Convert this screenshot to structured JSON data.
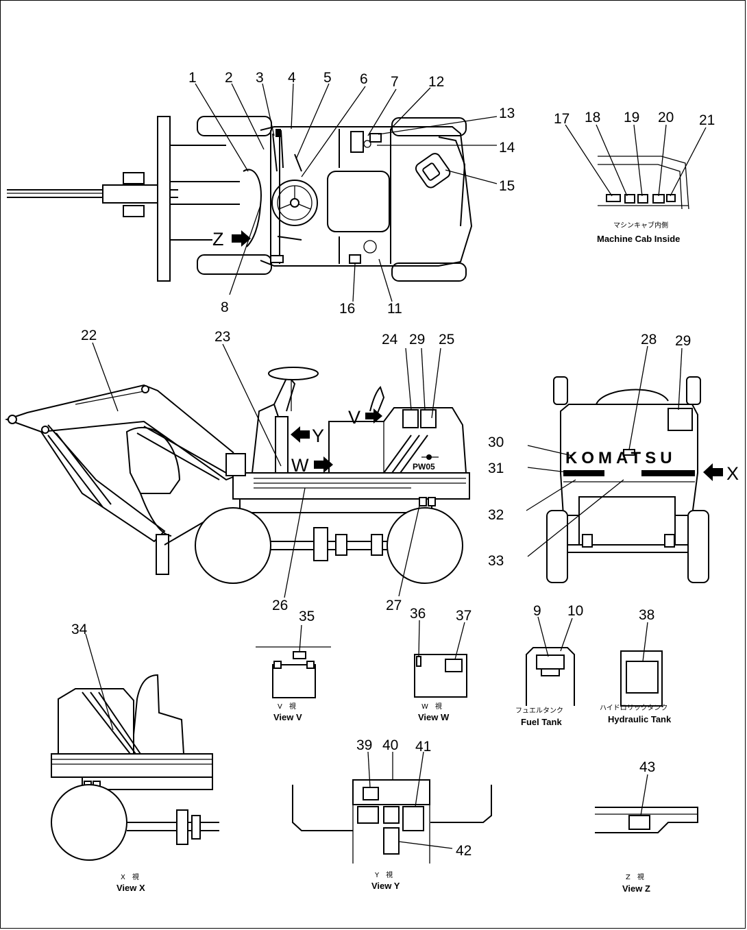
{
  "callouts": {
    "c1": "1",
    "c2": "2",
    "c3": "3",
    "c4": "4",
    "c5": "5",
    "c6": "6",
    "c7": "7",
    "c8": "8",
    "c9": "9",
    "c10": "10",
    "c11": "11",
    "c12": "12",
    "c13": "13",
    "c14": "14",
    "c15": "15",
    "c16": "16",
    "c17": "17",
    "c18": "18",
    "c19": "19",
    "c20": "20",
    "c21": "21",
    "c22": "22",
    "c23": "23",
    "c24": "24",
    "c25": "25",
    "c26": "26",
    "c27": "27",
    "c28": "28",
    "c29a": "29",
    "c29b": "29",
    "c30": "30",
    "c31": "31",
    "c32": "32",
    "c33": "33",
    "c34": "34",
    "c35": "35",
    "c36": "36",
    "c37": "37",
    "c38": "38",
    "c39": "39",
    "c40": "40",
    "c41": "41",
    "c42": "42",
    "c43": "43"
  },
  "view_arrows": {
    "z": "Z",
    "v": "V",
    "y": "Y",
    "w": "W",
    "x": "X"
  },
  "machine": {
    "brand": "KOMATSU",
    "model": "PW05"
  },
  "captions": {
    "cab_jp": "マシンキャブ内側",
    "cab_en": "Machine Cab Inside",
    "view_v_jp": "V　視",
    "view_v_en": "View  V",
    "view_w_jp": "W　視",
    "view_w_en": "View  W",
    "fuel_jp": "フュエルタンク",
    "fuel_en": "Fuel Tank",
    "hyd_jp": "ハイドロリックタンク",
    "hyd_en": "Hydraulic Tank",
    "view_x_jp": "X　視",
    "view_x_en": "View  X",
    "view_y_jp": "Y　視",
    "view_y_en": "View  Y",
    "view_z_jp": "Z　視",
    "view_z_en": "View  Z"
  }
}
